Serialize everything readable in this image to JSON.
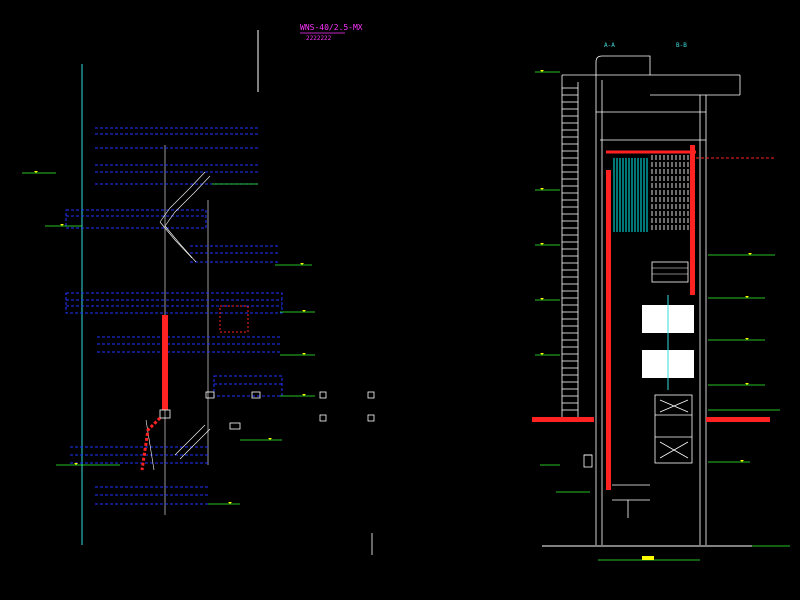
{
  "drawing": {
    "title": "WNS-40/2.5-MX",
    "subtitle": "2222222",
    "section_a": "A-A",
    "section_b": "B-B"
  },
  "colors": {
    "background": "#000000",
    "blue": "#2233ff",
    "cyan": "#33dddd",
    "red": "#ff2222",
    "green": "#33ff33",
    "white": "#ffffff",
    "magenta": "#ff33ff",
    "yellow": "#ffff00",
    "teal": "#00aaaa"
  }
}
